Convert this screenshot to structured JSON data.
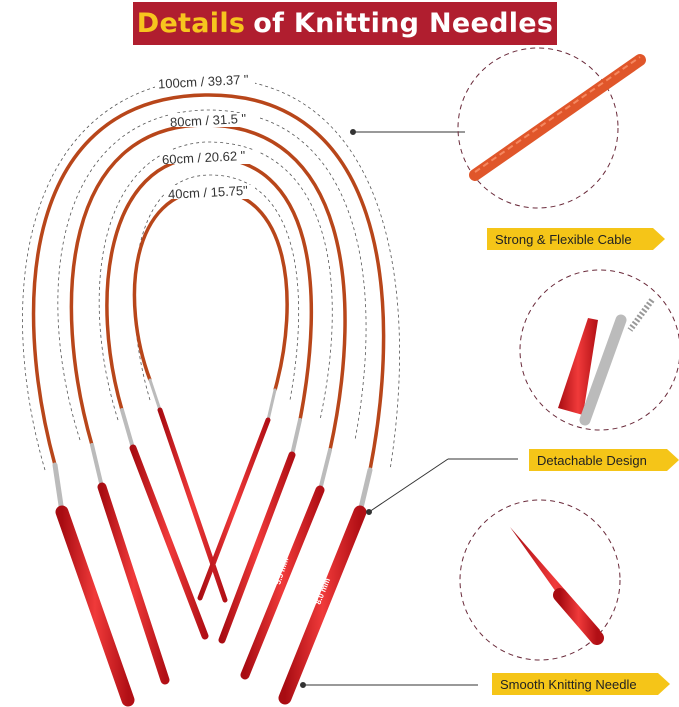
{
  "title": {
    "highlight": "Details",
    "rest": "of Knitting Needles"
  },
  "lengths": [
    "100cm / 39.37 \"",
    "80cm /  31.5 \"",
    "60cm /  20.62 \"",
    "40cm / 15.75\""
  ],
  "needle_sizes": {
    "large": "8.0 mm",
    "medium": "5.5 mm"
  },
  "features": [
    "Strong & Flexible Cable",
    "Detachable Design",
    "Smooth  Knitting Needle"
  ],
  "colors": {
    "banner": "#b01e2f",
    "highlight": "#f7c51e",
    "tag": "#f5c518",
    "cable": "#b8461a",
    "needle": "#d8141c"
  }
}
